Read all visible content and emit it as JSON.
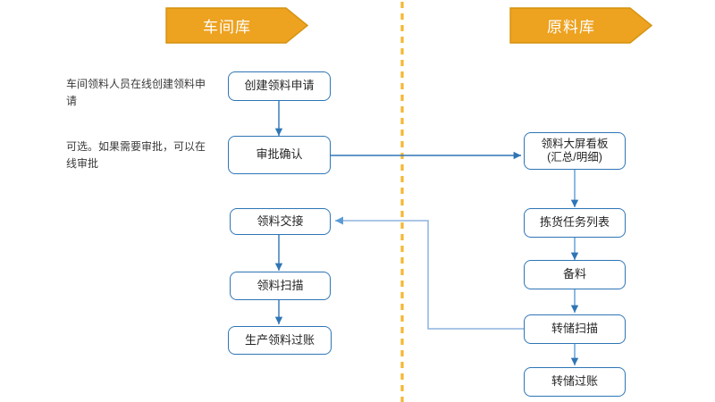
{
  "diagram": {
    "title_lanes": [
      {
        "name": "workshop-warehouse",
        "label": "车间库"
      },
      {
        "name": "material-warehouse",
        "label": "原料库"
      }
    ],
    "notes": [
      {
        "name": "note-create",
        "text": "车间领料人员在线创建领料申请"
      },
      {
        "name": "note-approval",
        "text": "可选。如果需要审批，可以在线审批"
      }
    ],
    "left_nodes": [
      {
        "id": "create-request",
        "label": "创建领料申请"
      },
      {
        "id": "approval-confirm",
        "label": "审批确认"
      },
      {
        "id": "material-handover",
        "label": "领料交接"
      },
      {
        "id": "material-scan",
        "label": "领料扫描"
      },
      {
        "id": "production-posting",
        "label": "生产领料过账"
      }
    ],
    "right_nodes": [
      {
        "id": "dashboard",
        "label": "领料大屏看板",
        "label2": "(汇总/明细)"
      },
      {
        "id": "picking-task-list",
        "label": "拣货任务列表"
      },
      {
        "id": "prepare-material",
        "label": "备料"
      },
      {
        "id": "transfer-scan",
        "label": "转储扫描"
      },
      {
        "id": "transfer-posting",
        "label": "转储过账"
      }
    ],
    "colors": {
      "banner_fill": "#eda220",
      "banner_stroke": "#d4920f",
      "node_border": "#2e75b6",
      "arrow": "#2e75b6",
      "arrow_light": "#8eb4dd",
      "divider": "#f5b731",
      "text": "#262626"
    },
    "divider": {
      "name": "lane-divider",
      "style": "dashed-vertical"
    }
  }
}
